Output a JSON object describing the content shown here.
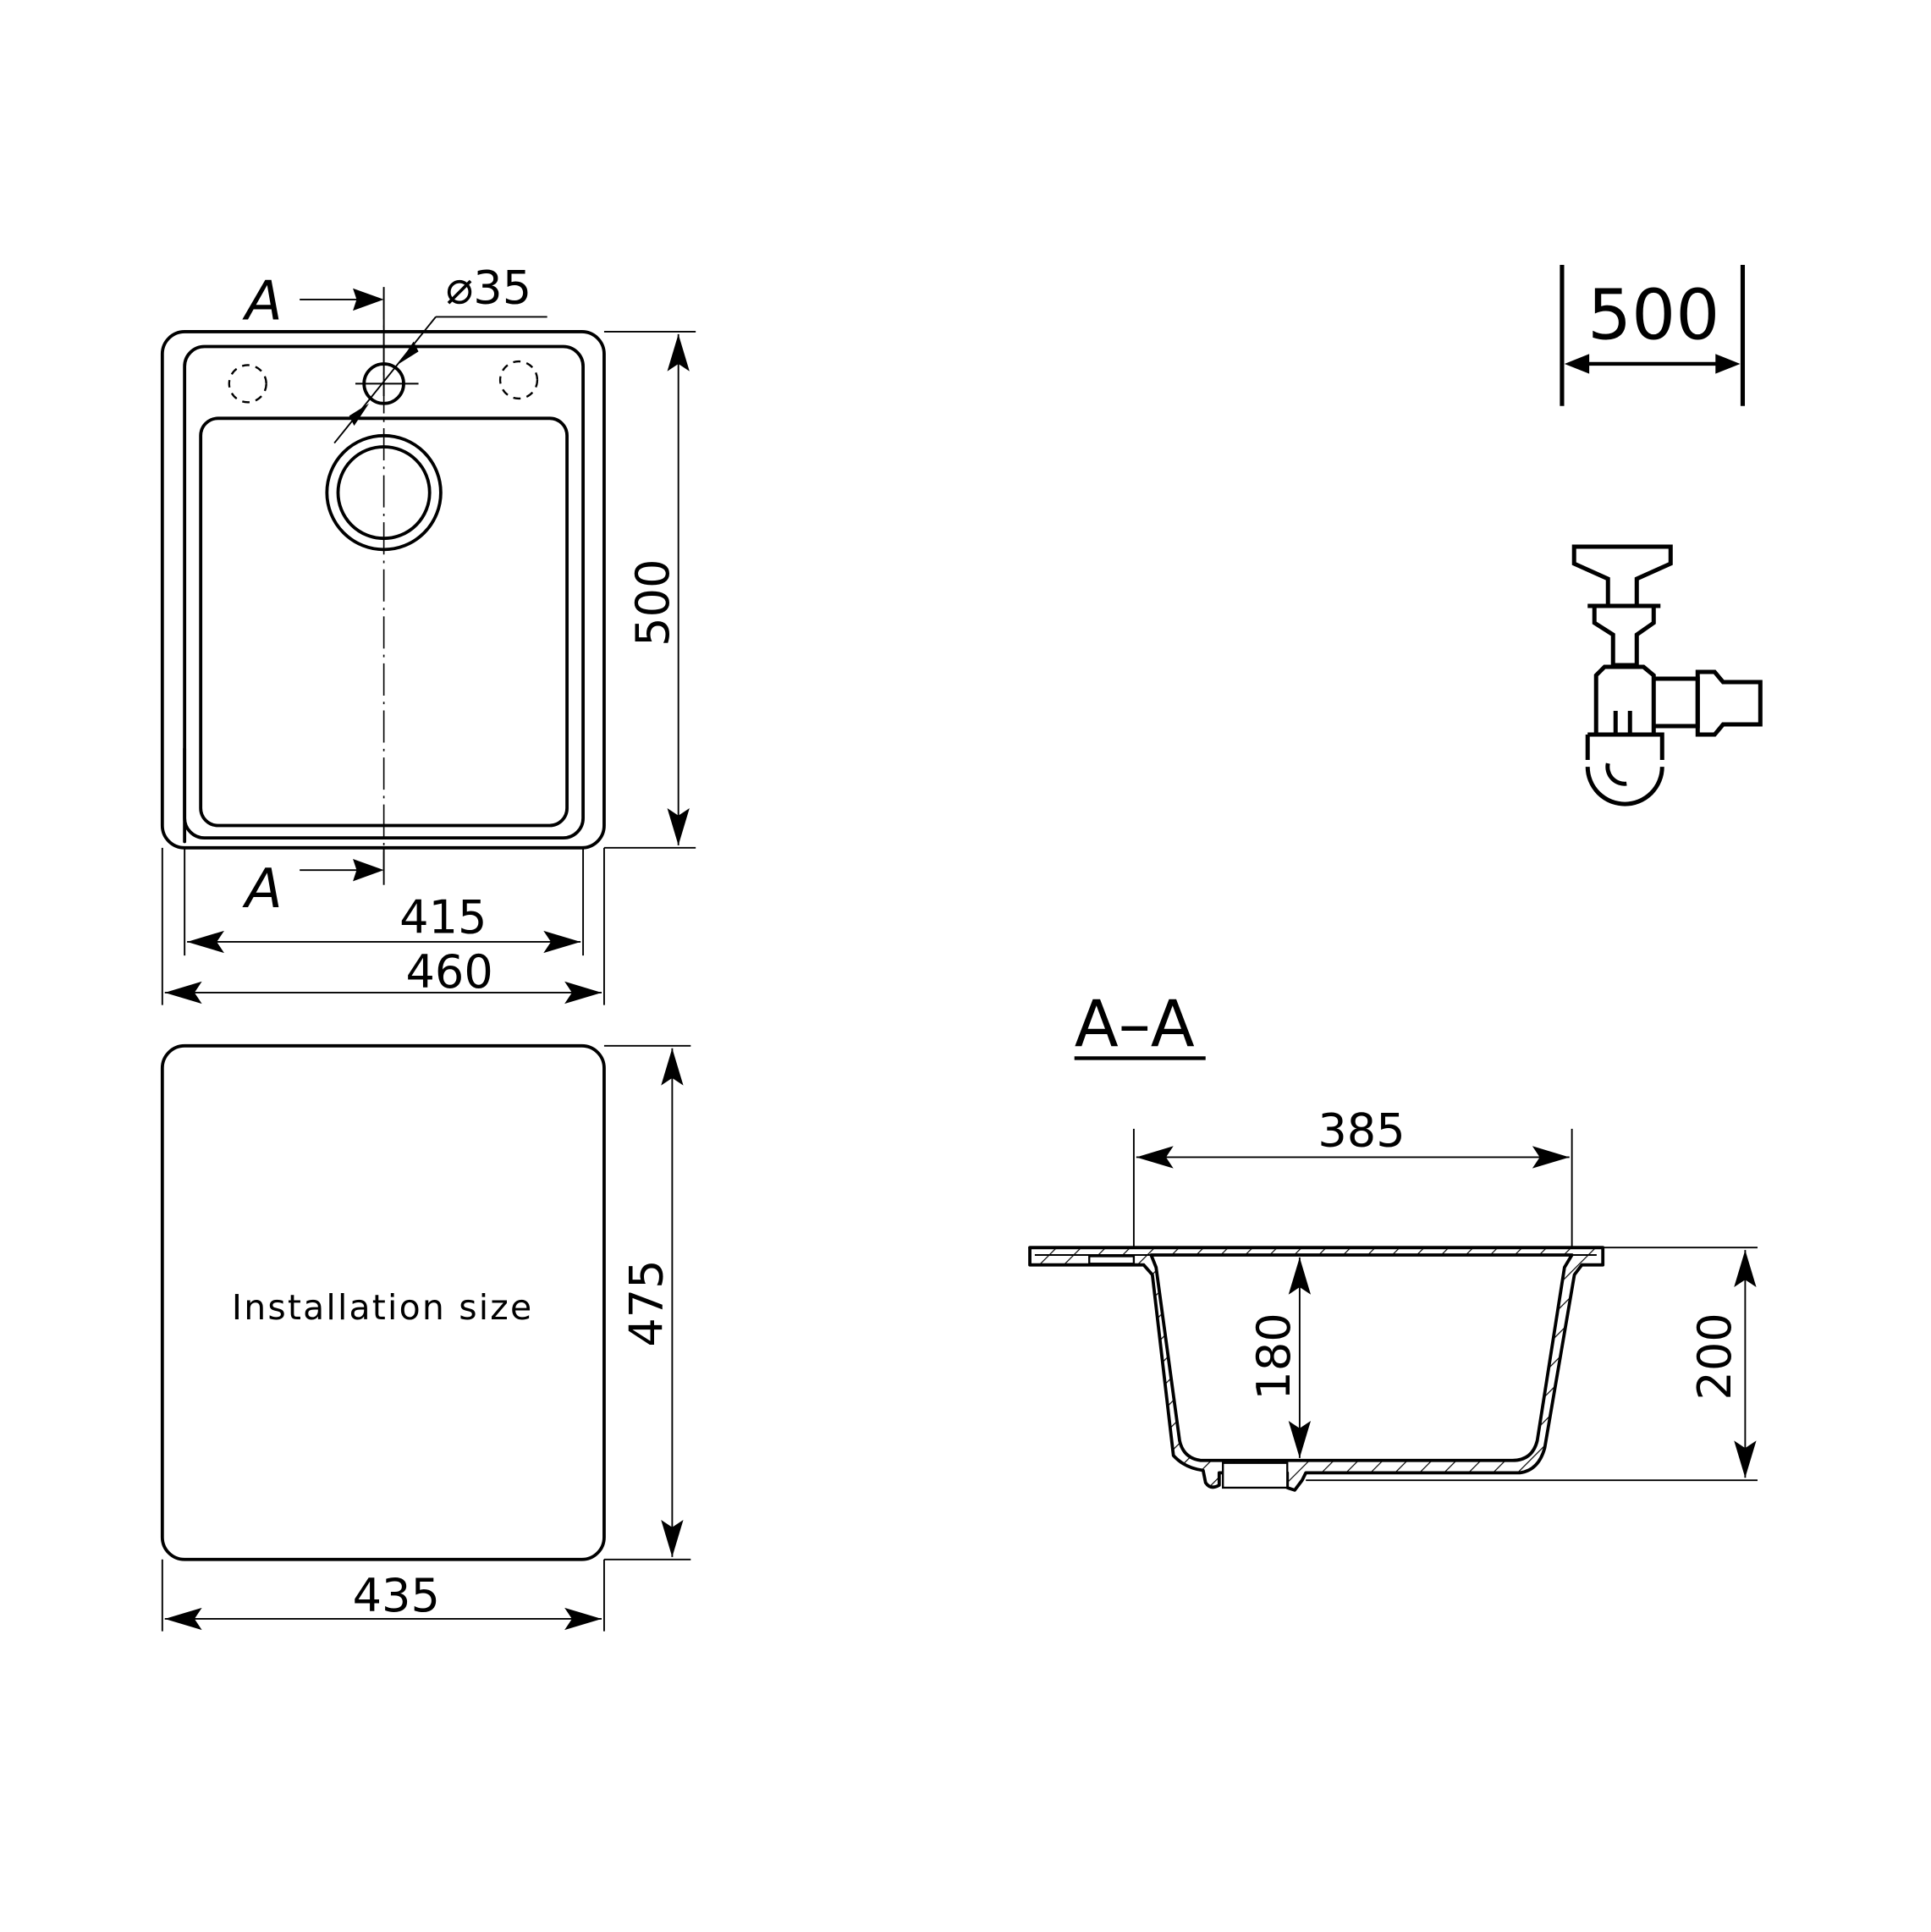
{
  "drawing": {
    "title": "Kitchen sink technical drawing",
    "top_view": {
      "section_marker_top": "A",
      "section_marker_bottom": "A",
      "tap_hole_diameter": "⌀35",
      "height_dimension": "500",
      "inner_width_dimension": "415",
      "outer_width_dimension": "460"
    },
    "installation_cutout": {
      "label": "Installation size",
      "height_dimension": "475",
      "width_dimension": "435"
    },
    "cabinet_icon": {
      "width_dimension": "500"
    },
    "siphon_icon": {
      "icon": "siphon-icon"
    },
    "section_view": {
      "title": "A–A",
      "bowl_width_dimension": "385",
      "bowl_depth_dimension": "180",
      "total_height_dimension": "200"
    },
    "colors": {
      "line": "#000000",
      "background": "#ffffff"
    }
  }
}
